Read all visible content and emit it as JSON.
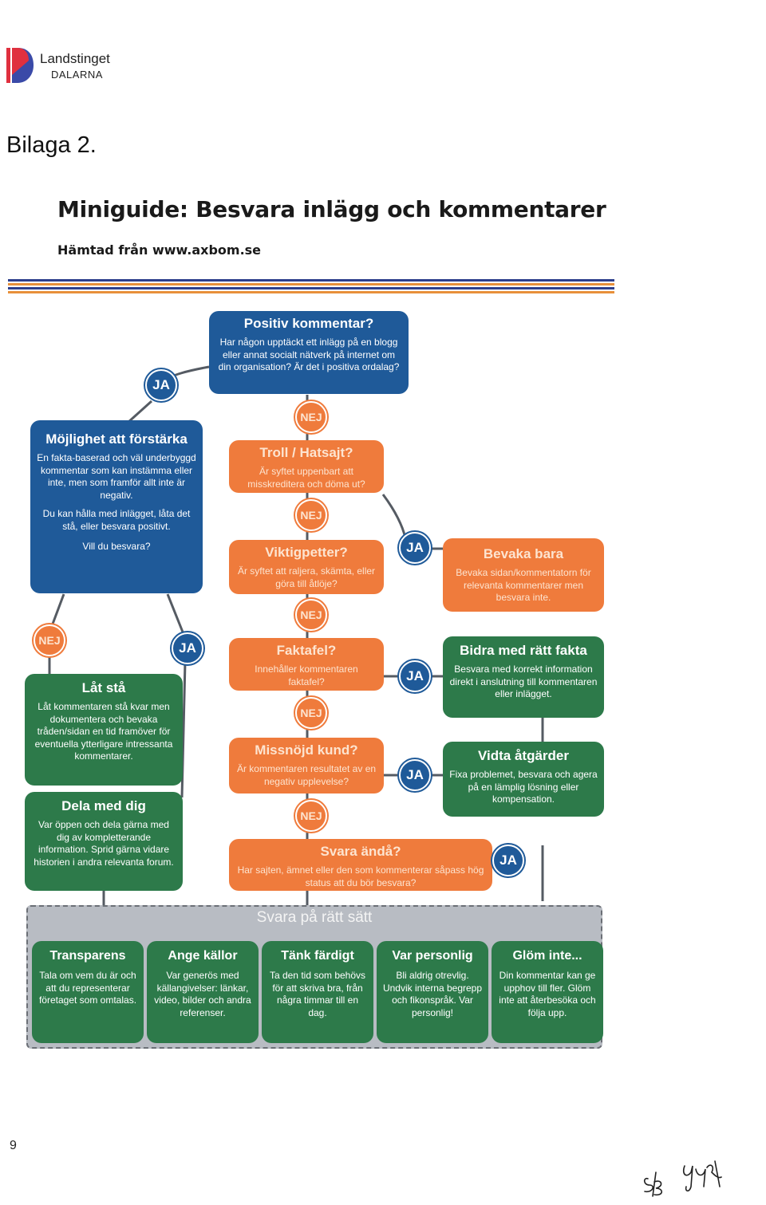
{
  "header": {
    "logo_name": "Landstinget",
    "logo_sub": "DALARNA",
    "bilaga": "Bilaga 2.",
    "title": "Miniguide: Besvara inlägg och kommentarer",
    "source": "Hämtad från www.axbom.se"
  },
  "flow": {
    "positiv": {
      "title": "Positiv kommentar?",
      "text": "Har någon upptäckt ett inlägg på en blogg eller annat socialt nätverk på internet om din organisation? Är det i positiva ordalag?"
    },
    "mojlighet": {
      "title": "Möjlighet att förstärka",
      "text1": "En fakta-baserad och väl underbyggd kommentar som kan instämma eller inte, men som framför allt inte är negativ.",
      "text2": "Du kan hålla med inlägget, låta det stå, eller besvara positivt.",
      "text3": "Vill du besvara?"
    },
    "troll": {
      "title": "Troll / Hatsajt?",
      "text": "Är syftet uppenbart att misskreditera och döma ut?"
    },
    "viktig": {
      "title": "Viktigpetter?",
      "text": "Är syftet att raljera, skämta, eller göra till åtlöje?"
    },
    "bevaka": {
      "title": "Bevaka bara",
      "text": "Bevaka sidan/kommentatorn för relevanta kommentarer men besvara inte."
    },
    "faktafel": {
      "title": "Faktafel?",
      "text": "Innehåller kommentaren faktafel?"
    },
    "bidra": {
      "title": "Bidra med rätt fakta",
      "text": "Besvara med korrekt information direkt i anslutning till kommentaren eller inlägget."
    },
    "missnojd": {
      "title": "Missnöjd kund?",
      "text": "Är kommentaren resultatet av en negativ upplevelse?"
    },
    "vidta": {
      "title": "Vidta åtgärder",
      "text": "Fixa problemet, besvara och agera på en lämplig lösning eller kompensation."
    },
    "svara_anda": {
      "title": "Svara ändå?",
      "text": "Har sajten, ämnet eller den som kommenterar såpass hög status att du bör besvara?"
    },
    "lat_sta": {
      "title": "Låt stå",
      "text": "Låt kommentaren stå kvar men dokumentera och bevaka tråden/sidan en tid framöver för eventuella ytterligare intressanta kommentarer."
    },
    "dela": {
      "title": "Dela med dig",
      "text": "Var öppen och dela gärna med dig av kompletterande information. Sprid gärna vidare historien i andra relevanta forum."
    },
    "ja": "JA",
    "nej": "NEJ"
  },
  "svara": {
    "title": "Svara på rätt sätt",
    "items": [
      {
        "title": "Transparens",
        "text": "Tala om vem du är och att du representerar företaget som omtalas."
      },
      {
        "title": "Ange källor",
        "text": "Var generös med källangivelser: länkar, video, bilder och andra referenser."
      },
      {
        "title": "Tänk färdigt",
        "text": "Ta den tid som behövs för att skriva bra, från några timmar till en dag."
      },
      {
        "title": "Var personlig",
        "text": "Bli aldrig otrevlig. Undvik interna begrepp och fikonspråk. Var personlig!"
      },
      {
        "title": "Glöm inte...",
        "text": "Din kommentar kan ge upphov till fler. Glöm inte att återbesöka och följa upp."
      }
    ]
  },
  "footer": {
    "page_number": "9"
  },
  "colors": {
    "blue": "#1f5a99",
    "orange": "#ef7b3c",
    "green": "#2d7a4a",
    "grey": "#b8bcc3"
  }
}
